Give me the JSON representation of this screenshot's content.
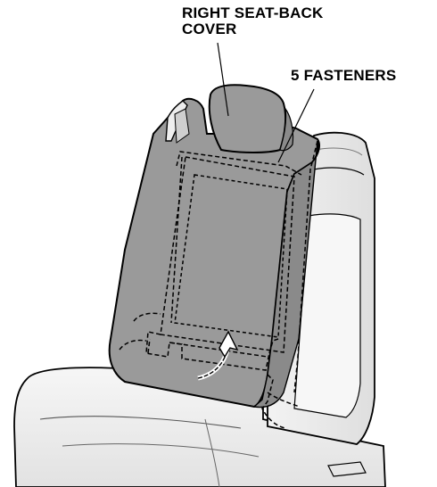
{
  "labels": {
    "cover_line1": "RIGHT SEAT-BACK",
    "cover_line2": "COVER",
    "fasteners": "5 FASTENERS"
  },
  "colors": {
    "cover_fill": "#9a9a9a",
    "cover_fill_dark": "#8a8a8a",
    "seat_fill": "#f1f1f1",
    "seat_shade": "#dcdcdc",
    "outline": "#000000"
  }
}
